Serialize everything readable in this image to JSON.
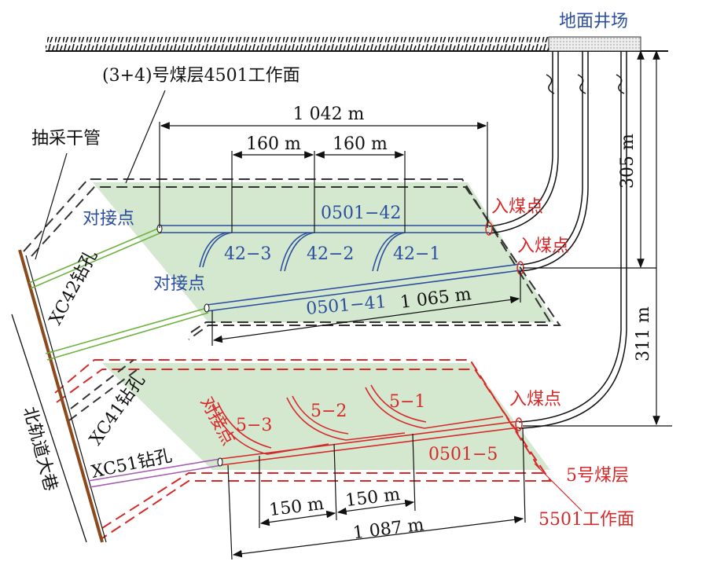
{
  "labels": {
    "surface_site": "地面井场",
    "upper_face": "(3+4)号煤层4501工作面",
    "trunk_pipe": "抽采干管",
    "north_roadway": "北轨道大巷",
    "dim_total_upper": "1 042 m",
    "dim_spacing_1": "160 m",
    "dim_spacing_2": "160 m",
    "docking_point_1": "对接点",
    "docking_point_2": "对接点",
    "docking_point_3": "对接点",
    "well_0501_42": "0501−42",
    "branch_42_3": "42−3",
    "branch_42_2": "42−2",
    "branch_42_1": "42−1",
    "entry_point_1": "入煤点",
    "entry_point_2": "入煤点",
    "entry_point_3": "入煤点",
    "well_0501_41": "0501−41",
    "dim_0501_41": "1 065 m",
    "hole_xc42": "XC42钻孔",
    "hole_xc41": "XC41钻孔",
    "hole_xc51": "XC51钻孔",
    "dim_305": "305 m",
    "dim_311": "311 m",
    "branch_5_3": "5−3",
    "branch_5_2": "5−2",
    "branch_5_1": "5−1",
    "well_0501_5": "0501−5",
    "seam_5": "5号煤层",
    "face_5501": "5501工作面",
    "dim_spacing_3": "150 m",
    "dim_spacing_4": "150 m",
    "dim_total_lower": "1 087 m"
  },
  "colors": {
    "seam_fill": "#d4e8cf",
    "blue": "#2b4f9e",
    "red": "#d62a2a",
    "green": "#6cb33f",
    "purple": "#a55bb0",
    "brown": "#8a4a1c"
  }
}
